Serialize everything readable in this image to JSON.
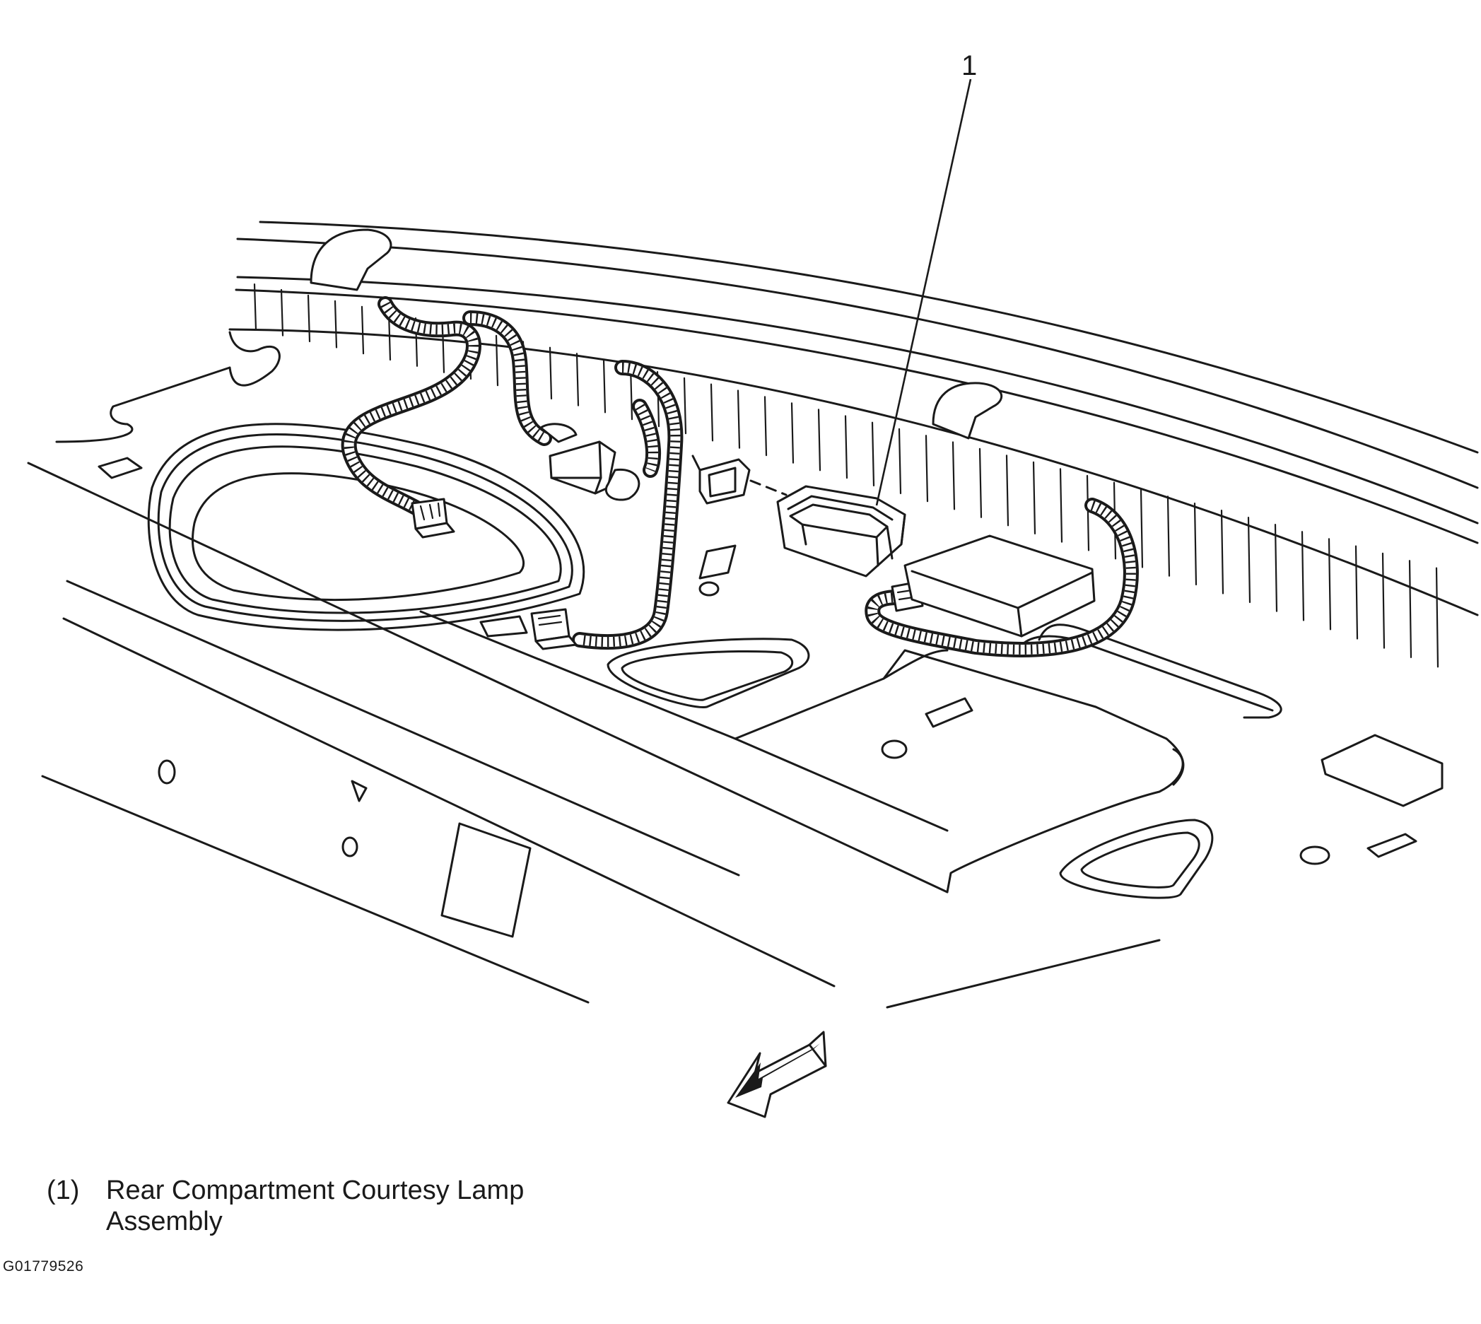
{
  "callouts": [
    {
      "number": "1"
    }
  ],
  "legend": [
    {
      "number": "(1)",
      "text": "Rear Compartment Courtesy Lamp Assembly"
    }
  ],
  "figure_id": "G01779526"
}
